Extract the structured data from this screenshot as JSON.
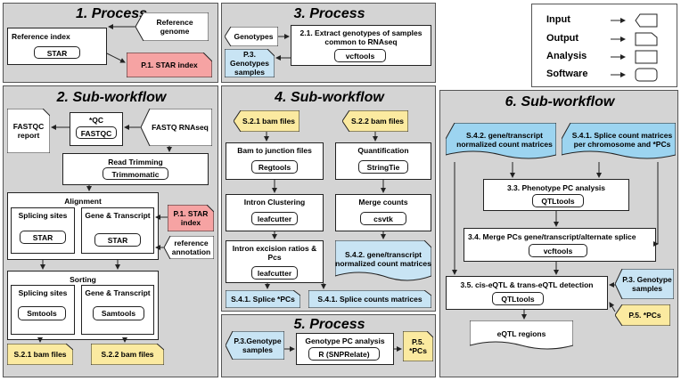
{
  "colors": {
    "panel": "#d4d4d4",
    "yellow": "#fbeaa0",
    "blue": "#c8e4f4",
    "blue_dark": "#9cd4f0",
    "red": "#f6a3a3"
  },
  "p1": {
    "title": "1. Process",
    "ref_genome": "Reference genome",
    "ref_index": "Reference index",
    "star": "STAR",
    "out": "P.1. STAR index"
  },
  "p2": {
    "title": "2. Sub-workflow",
    "fastqc_report": "FASTQC report",
    "qc": "*QC",
    "fastqc": "FASTQC",
    "fastq": "FASTQ RNAseq",
    "trim": "Read Trimming",
    "trimmomatic": "Trimmomatic",
    "alignment": "Alignment",
    "splice_sites": "Splicing sites",
    "gene_tx": "Gene & Transcript",
    "star1": "STAR",
    "star2": "STAR",
    "star_index_in": "P.1. STAR index",
    "ref_annot": "reference annotation",
    "sorting": "Sorting",
    "splice_sites2": "Splicing sites",
    "gene_tx2": "Gene & Transcript",
    "smtools": "Smtools",
    "samtools": "Samtools",
    "out1": "S.2.1 bam files",
    "out2": "S.2.2 bam files"
  },
  "p3": {
    "title": "3. Process",
    "genotypes": "Genotypes",
    "extract": "2.1. Extract genotypes of samples common to RNAseq",
    "vcftools": "vcftools",
    "out": "P.3. Genotypes samples"
  },
  "p4": {
    "title": "4. Sub-workflow",
    "in1": "S.2.1 bam files",
    "in2": "S.2.2 bam files",
    "b2j": "Bam to junction files",
    "regtools": "Regtools",
    "quant": "Quantification",
    "stringtie": "StringTie",
    "ic": "Intron Clustering",
    "leafcutter1": "leafcutter",
    "merge": "Merge counts",
    "csvtk": "csvtk",
    "ier": "Intron excision ratios & Pcs",
    "leafcutter2": "leafcutter",
    "out_gene": "S.4.2. gene/transcript normalized count matrices",
    "out_pcs": "S.4.1. Splice *PCs",
    "out_counts": "S.4.1. Splice counts matrices"
  },
  "p5": {
    "title": "5. Process",
    "in": "P.3.Genotype samples",
    "gpc": "Genotype PC analysis",
    "snprelate": "R (SNPRelate)",
    "out": "P.5. *PCs"
  },
  "p6": {
    "title": "6. Sub-workflow",
    "in1": "S.4.2. gene/transcript normalized count matrices",
    "in2": "S.4.1. Splice count matrices per chromosome and *PCs",
    "ppc": "3.3. Phenotype PC analysis",
    "qtltools1": "QTLtools",
    "mpc": "3.4. Merge PCs gene/transcript/alternate splice",
    "vcftools": "vcftools",
    "geno": "P.3. Genotype samples",
    "eqtl": "3.5. cis-eQTL & trans-eQTL detection",
    "qtltools2": "QTLtools",
    "pcs": "P.5. *PCs",
    "out": "eQTL regions"
  },
  "legend": {
    "input": "Input",
    "output": "Output",
    "analysis": "Analysis",
    "software": "Software"
  }
}
